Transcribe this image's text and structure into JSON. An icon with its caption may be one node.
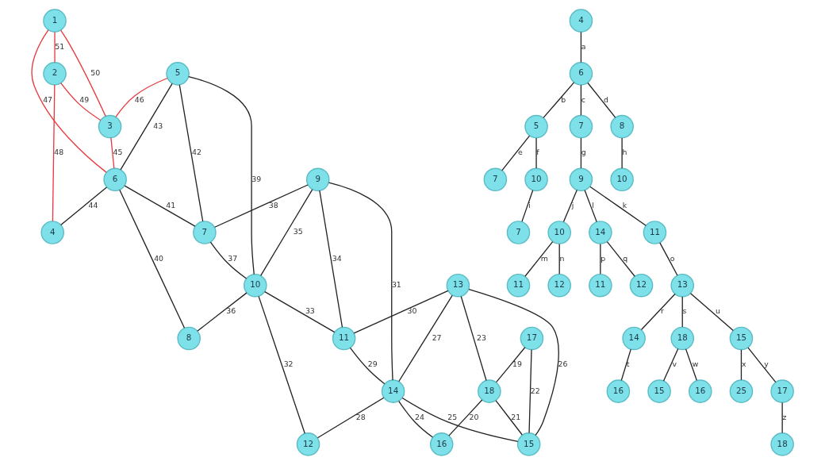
{
  "diagram": {
    "nodes": [
      {
        "text": [
          "1"
        ]
      },
      {
        "text": [
          "2"
        ]
      },
      {
        "text": [
          "3"
        ]
      },
      {
        "text": [
          "4"
        ]
      },
      {
        "text": [
          "5"
        ]
      },
      {
        "text": [
          "6"
        ]
      },
      {
        "text": [
          "7"
        ]
      },
      {
        "text": [
          "8"
        ]
      },
      {
        "text": [
          "9"
        ]
      },
      {
        "text": [
          "10"
        ]
      },
      {
        "text": [
          "11"
        ]
      },
      {
        "text": [
          "12"
        ]
      },
      {
        "text": [
          "13"
        ]
      },
      {
        "text": [
          "14"
        ]
      },
      {
        "text": [
          "15"
        ]
      },
      {
        "text": [
          "16"
        ]
      },
      {
        "text": [
          "17"
        ]
      },
      {
        "text": [
          "18"
        ]
      },
      {
        "text": [
          "4"
        ]
      },
      {
        "text": [
          "6"
        ]
      },
      {
        "text": [
          "5"
        ]
      },
      {
        "text": [
          "7"
        ]
      },
      {
        "text": [
          "8"
        ]
      },
      {
        "text": [
          "10"
        ]
      },
      {
        "text": [
          "7"
        ]
      },
      {
        "text": [
          "10"
        ]
      },
      {
        "text": [
          "9"
        ]
      },
      {
        "text": [
          "7"
        ]
      },
      {
        "text": [
          "10"
        ]
      },
      {
        "text": [
          "14"
        ]
      },
      {
        "text": [
          "11"
        ]
      },
      {
        "text": [
          "12"
        ]
      },
      {
        "text": [
          "11"
        ]
      },
      {
        "text": [
          "11"
        ]
      },
      {
        "text": [
          "12"
        ]
      },
      {
        "text": [
          "13"
        ]
      },
      {
        "text": [
          "14"
        ]
      },
      {
        "text": [
          "18"
        ]
      },
      {
        "text": [
          "16"
        ]
      },
      {
        "text": [
          "15"
        ]
      },
      {
        "text": [
          "15"
        ]
      },
      {
        "text": [
          "16"
        ]
      },
      {
        "text": [
          "25"
        ]
      },
      {
        "text": [
          "17"
        ]
      },
      {
        "text": [
          "18"
        ]
      }
    ],
    "edges": [
      {
        "from": 16,
        "to": 17,
        "arrow": "none",
        "label": "19"
      },
      {
        "from": 17,
        "to": 15,
        "arrow": "none",
        "label": "20"
      },
      {
        "from": 17,
        "to": 14,
        "arrow": "none",
        "label": "21"
      },
      {
        "from": 16,
        "to": 14,
        "arrow": "none",
        "label": "22"
      },
      {
        "from": 12,
        "to": 17,
        "arrow": "none",
        "label": "23"
      },
      {
        "from": 13,
        "to": 15,
        "arrow": "none",
        "label": "24"
      },
      {
        "from": 13,
        "to": 14,
        "arrow": "none",
        "label": "25"
      },
      {
        "from": 12,
        "to": 14,
        "arrow": "none",
        "label": "26"
      },
      {
        "from": 12,
        "to": 13,
        "arrow": "none",
        "label": "27"
      },
      {
        "from": 13,
        "to": 11,
        "arrow": "none",
        "label": "28"
      },
      {
        "from": 10,
        "to": 13,
        "arrow": "none",
        "label": "29"
      },
      {
        "from": 12,
        "to": 10,
        "arrow": "none",
        "label": "30"
      },
      {
        "from": 8,
        "to": 13,
        "arrow": "none",
        "label": "31"
      },
      {
        "from": 9,
        "to": 11,
        "arrow": "none",
        "label": "32"
      },
      {
        "from": 9,
        "to": 10,
        "arrow": "none",
        "label": "33"
      },
      {
        "from": 8,
        "to": 10,
        "arrow": "none",
        "label": "34"
      },
      {
        "from": 8,
        "to": 9,
        "arrow": "none",
        "label": "35"
      },
      {
        "from": 9,
        "to": 7,
        "arrow": "none",
        "label": "36"
      },
      {
        "from": 6,
        "to": 9,
        "arrow": "none",
        "label": "37"
      },
      {
        "from": 8,
        "to": 6,
        "arrow": "none",
        "label": "38"
      },
      {
        "from": 4,
        "to": 9,
        "arrow": "none",
        "label": "39"
      },
      {
        "from": 5,
        "to": 7,
        "arrow": "none",
        "label": "40"
      },
      {
        "from": 5,
        "to": 6,
        "arrow": "none",
        "label": "41"
      },
      {
        "from": 4,
        "to": 6,
        "arrow": "none",
        "label": "42"
      },
      {
        "from": 4,
        "to": 5,
        "arrow": "none",
        "label": "43"
      },
      {
        "from": 5,
        "to": 3,
        "arrow": "none",
        "label": "44"
      },
      {
        "from": 2,
        "to": 5,
        "arrow": "none",
        "label": "45",
        "color": "#e8383d"
      },
      {
        "from": 4,
        "to": 2,
        "arrow": "none",
        "label": "46",
        "color": "#e8383d"
      },
      {
        "from": 0,
        "to": 5,
        "arrow": "none",
        "label": "47",
        "color": "#e8383d"
      },
      {
        "from": 1,
        "to": 3,
        "arrow": "none",
        "label": "48",
        "color": "#e8383d"
      },
      {
        "from": 1,
        "to": 2,
        "arrow": "none",
        "label": "49",
        "color": "#e8383d"
      },
      {
        "from": 0,
        "to": 2,
        "arrow": "none",
        "label": "50",
        "color": "#e8383d"
      },
      {
        "from": 0,
        "to": 1,
        "arrow": "none",
        "label": "51",
        "color": "#e8383d"
      },
      {
        "from": 18,
        "to": 19,
        "arrow": "none",
        "label": "a"
      },
      {
        "from": 19,
        "to": 20,
        "arrow": "none",
        "label": "b"
      },
      {
        "from": 19,
        "to": 21,
        "arrow": "none",
        "label": "c"
      },
      {
        "from": 19,
        "to": 22,
        "arrow": "none",
        "label": "d"
      },
      {
        "from": 20,
        "to": 24,
        "arrow": "none",
        "label": "e"
      },
      {
        "from": 20,
        "to": 25,
        "arrow": "none",
        "label": "f"
      },
      {
        "from": 21,
        "to": 26,
        "arrow": "none",
        "label": "g"
      },
      {
        "from": 22,
        "to": 23,
        "arrow": "none",
        "label": "h"
      },
      {
        "from": 25,
        "to": 27,
        "arrow": "none",
        "label": "i"
      },
      {
        "from": 26,
        "to": 28,
        "arrow": "none",
        "label": "j"
      },
      {
        "from": 26,
        "to": 32,
        "arrow": "none",
        "label": "k"
      },
      {
        "from": 26,
        "to": 29,
        "arrow": "none",
        "label": "l"
      },
      {
        "from": 28,
        "to": 30,
        "arrow": "none",
        "label": "m"
      },
      {
        "from": 28,
        "to": 31,
        "arrow": "none",
        "label": "n"
      },
      {
        "from": 32,
        "to": 35,
        "arrow": "none",
        "label": "o"
      },
      {
        "from": 29,
        "to": 33,
        "arrow": "none",
        "label": "p"
      },
      {
        "from": 29,
        "to": 34,
        "arrow": "none",
        "label": "q"
      },
      {
        "from": 35,
        "to": 36,
        "arrow": "none",
        "label": "r"
      },
      {
        "from": 35,
        "to": 37,
        "arrow": "none",
        "label": "s"
      },
      {
        "from": 36,
        "to": 38,
        "arrow": "none",
        "label": "t"
      },
      {
        "from": 35,
        "to": 39,
        "arrow": "none",
        "label": "u"
      },
      {
        "from": 37,
        "to": 40,
        "arrow": "none",
        "label": "v"
      },
      {
        "from": 37,
        "to": 41,
        "arrow": "none",
        "label": "w"
      },
      {
        "from": 39,
        "to": 42,
        "arrow": "none",
        "label": "x"
      },
      {
        "from": 39,
        "to": 43,
        "arrow": "none",
        "label": "y"
      },
      {
        "from": 43,
        "to": 44,
        "arrow": "none",
        "label": "z"
      }
    ]
  }
}
